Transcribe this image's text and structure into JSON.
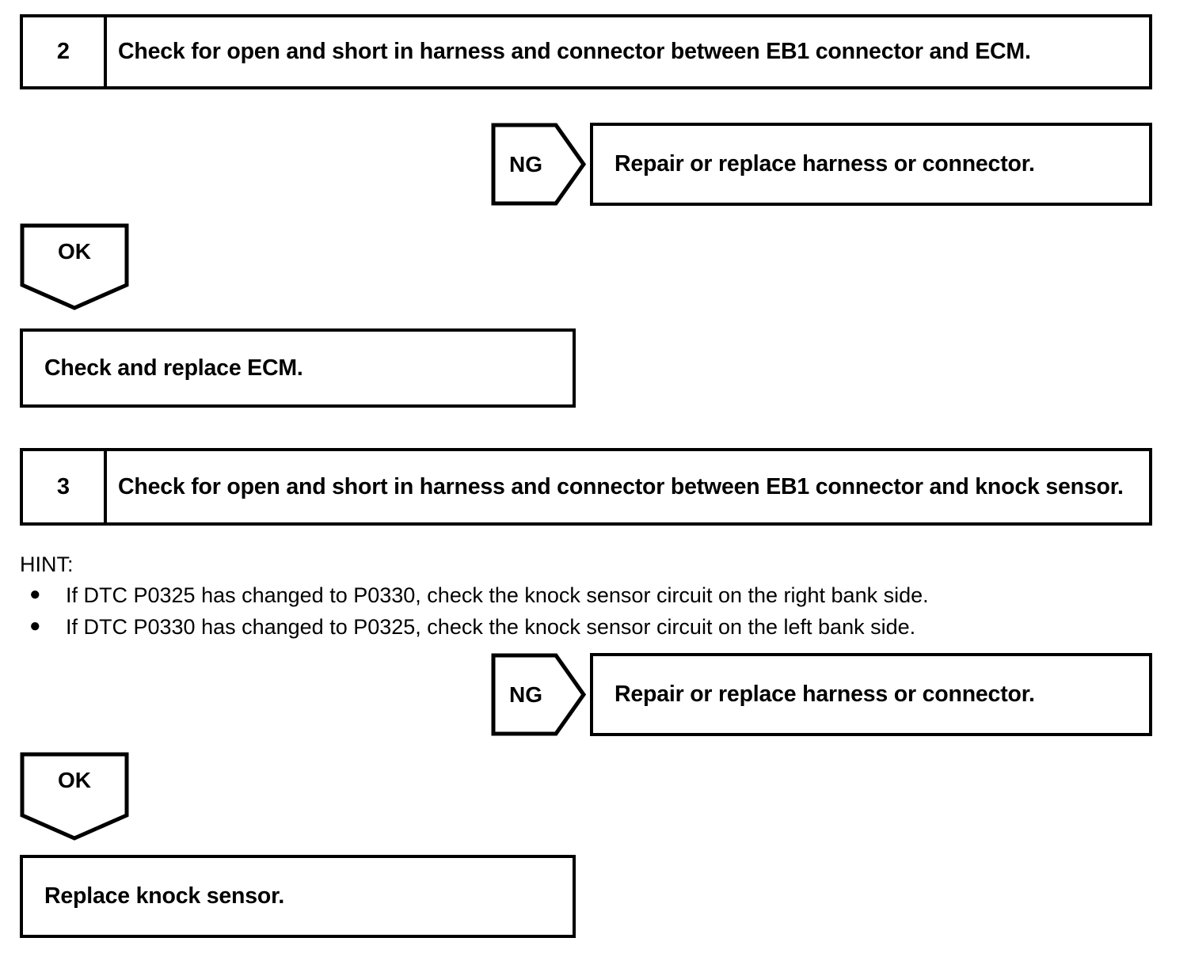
{
  "document": {
    "type": "diagnostic-troubleshooting-flowchart",
    "background_color": "#ffffff",
    "line_color": "#000000"
  },
  "steps": [
    {
      "number": "2",
      "title": "Check for open and short in harness and connector between EB1 connector and ECM.",
      "ng": {
        "tag": "NG",
        "result": "Repair or replace harness or connector."
      },
      "ok": {
        "tag": "OK",
        "result": "Check and replace ECM."
      }
    },
    {
      "number": "3",
      "title": "Check for open and short in harness and connector between EB1 connector and knock sensor.",
      "hint": {
        "label": "HINT:",
        "bullet": "●",
        "items": [
          "If DTC P0325 has changed to P0330, check the knock sensor circuit on the right bank side.",
          "If DTC P0330 has changed to P0325, check the knock sensor circuit on the left bank side."
        ]
      },
      "ng": {
        "tag": "NG",
        "result": "Repair or replace harness or connector."
      },
      "ok": {
        "tag": "OK",
        "result": "Replace knock sensor."
      }
    }
  ]
}
